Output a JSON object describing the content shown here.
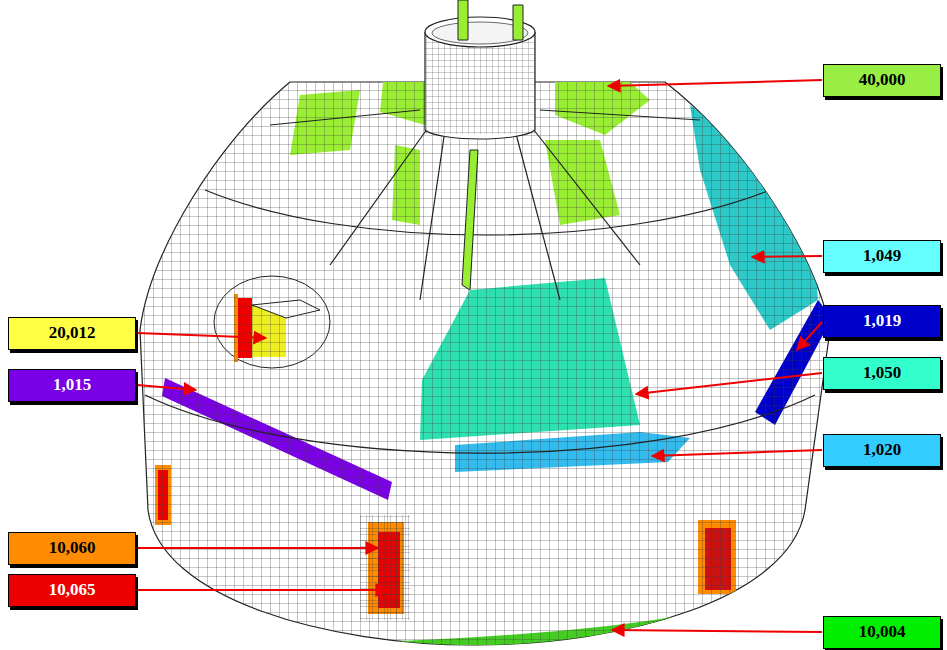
{
  "diagram": {
    "nodes": [
      {
        "text": [
          "40,000"
        ]
      },
      {
        "text": [
          "1,049"
        ]
      },
      {
        "text": [
          "20,012"
        ]
      },
      {
        "text": [
          "1,019"
        ]
      },
      {
        "text": [
          "1,015"
        ]
      },
      {
        "text": [
          "1,050"
        ]
      },
      {
        "text": [
          "1,020"
        ]
      },
      {
        "text": [
          "10,060"
        ]
      },
      {
        "text": [
          "10,065"
        ]
      },
      {
        "text": [
          "10,004"
        ]
      }
    ]
  }
}
